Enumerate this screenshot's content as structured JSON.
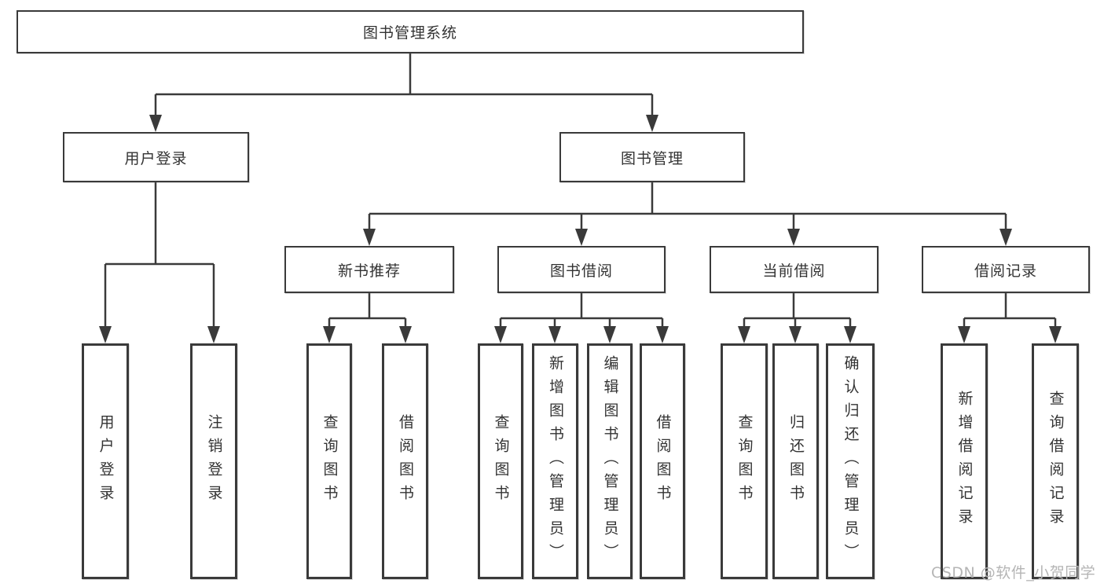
{
  "diagram": {
    "root": {
      "label": "图书管理系统"
    },
    "level2": [
      {
        "id": "user-login",
        "label": "用户登录"
      },
      {
        "id": "book-management",
        "label": "图书管理"
      }
    ],
    "level3": [
      {
        "id": "new-book-recommend",
        "label": "新书推荐",
        "parent": "图书管理"
      },
      {
        "id": "book-borrow",
        "label": "图书借阅",
        "parent": "图书管理"
      },
      {
        "id": "current-borrow",
        "label": "当前借阅",
        "parent": "图书管理"
      },
      {
        "id": "borrow-records",
        "label": "借阅记录",
        "parent": "图书管理"
      }
    ],
    "leaves": [
      {
        "parent": "用户登录",
        "label": "用户登录"
      },
      {
        "parent": "用户登录",
        "label": "注销登录"
      },
      {
        "parent": "新书推荐",
        "label": "查询图书"
      },
      {
        "parent": "新书推荐",
        "label": "借阅图书"
      },
      {
        "parent": "图书借阅",
        "label": "查询图书"
      },
      {
        "parent": "图书借阅",
        "label": "新增图书（管理员）"
      },
      {
        "parent": "图书借阅",
        "label": "编辑图书（管理员）"
      },
      {
        "parent": "图书借阅",
        "label": "借阅图书"
      },
      {
        "parent": "当前借阅",
        "label": "查询图书"
      },
      {
        "parent": "当前借阅",
        "label": "归还图书"
      },
      {
        "parent": "当前借阅",
        "label": "确认归还（管理员）"
      },
      {
        "parent": "借阅记录",
        "label": "新增借阅记录"
      },
      {
        "parent": "借阅记录",
        "label": "查询借阅记录"
      }
    ],
    "watermark": "CSDN @软件_小贺同学",
    "colors": {
      "line": "#3a3a3a",
      "text": "#333333",
      "watermark": "#b5b5b5",
      "background": "#ffffff"
    }
  }
}
